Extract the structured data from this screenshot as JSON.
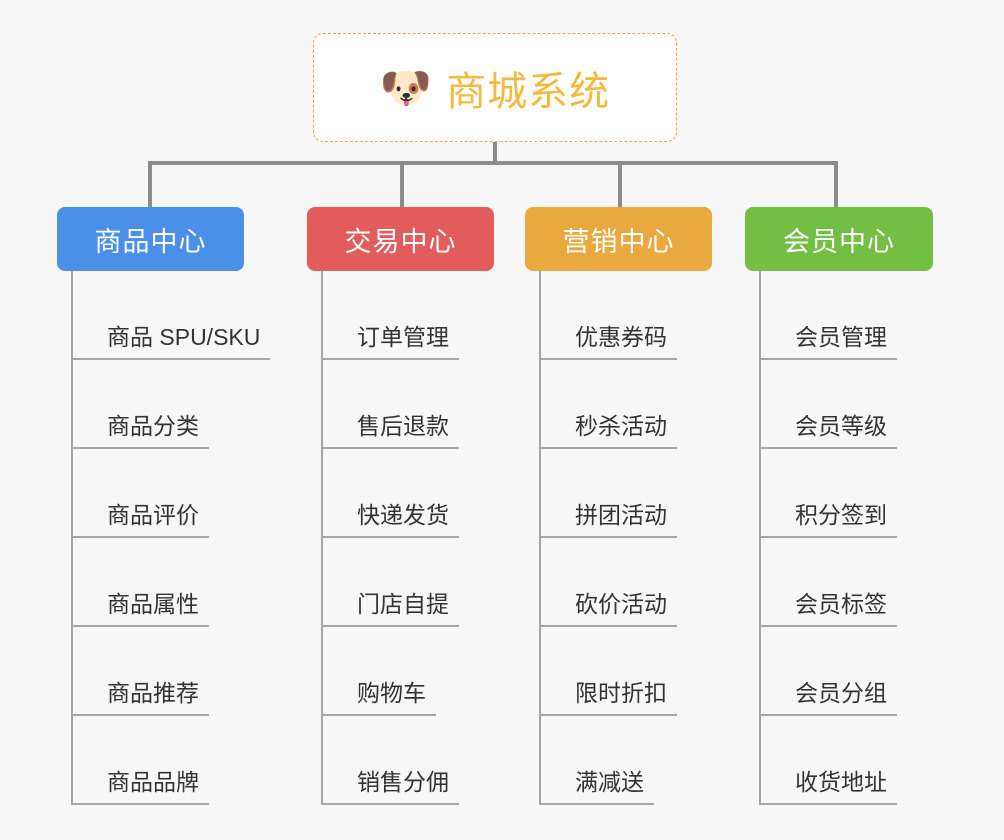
{
  "background_color": "#f7f7f7",
  "root": {
    "icon": "shiba-dog-emoji",
    "icon_glyph": "🐶",
    "title": "商城系统",
    "title_color": "#f5b940",
    "border_color": "#eaa844"
  },
  "connector_color": "#8c8c8c",
  "line_color": "#a6a6a6",
  "columns": [
    {
      "category": "商品中心",
      "color": "#4a90e8",
      "items": [
        "商品 SPU/SKU",
        "商品分类",
        "商品评价",
        "商品属性",
        "商品推荐",
        "商品品牌"
      ]
    },
    {
      "category": "交易中心",
      "color": "#e35c5c",
      "items": [
        "订单管理",
        "售后退款",
        "快递发货",
        "门店自提",
        "购物车",
        "销售分佣"
      ]
    },
    {
      "category": "营销中心",
      "color": "#eaa93f",
      "items": [
        "优惠券码",
        "秒杀活动",
        "拼团活动",
        "砍价活动",
        "限时折扣",
        "满减送"
      ]
    },
    {
      "category": "会员中心",
      "color": "#72bf44",
      "items": [
        "会员管理",
        "会员等级",
        "积分签到",
        "会员标签",
        "会员分组",
        "收货地址"
      ]
    }
  ]
}
